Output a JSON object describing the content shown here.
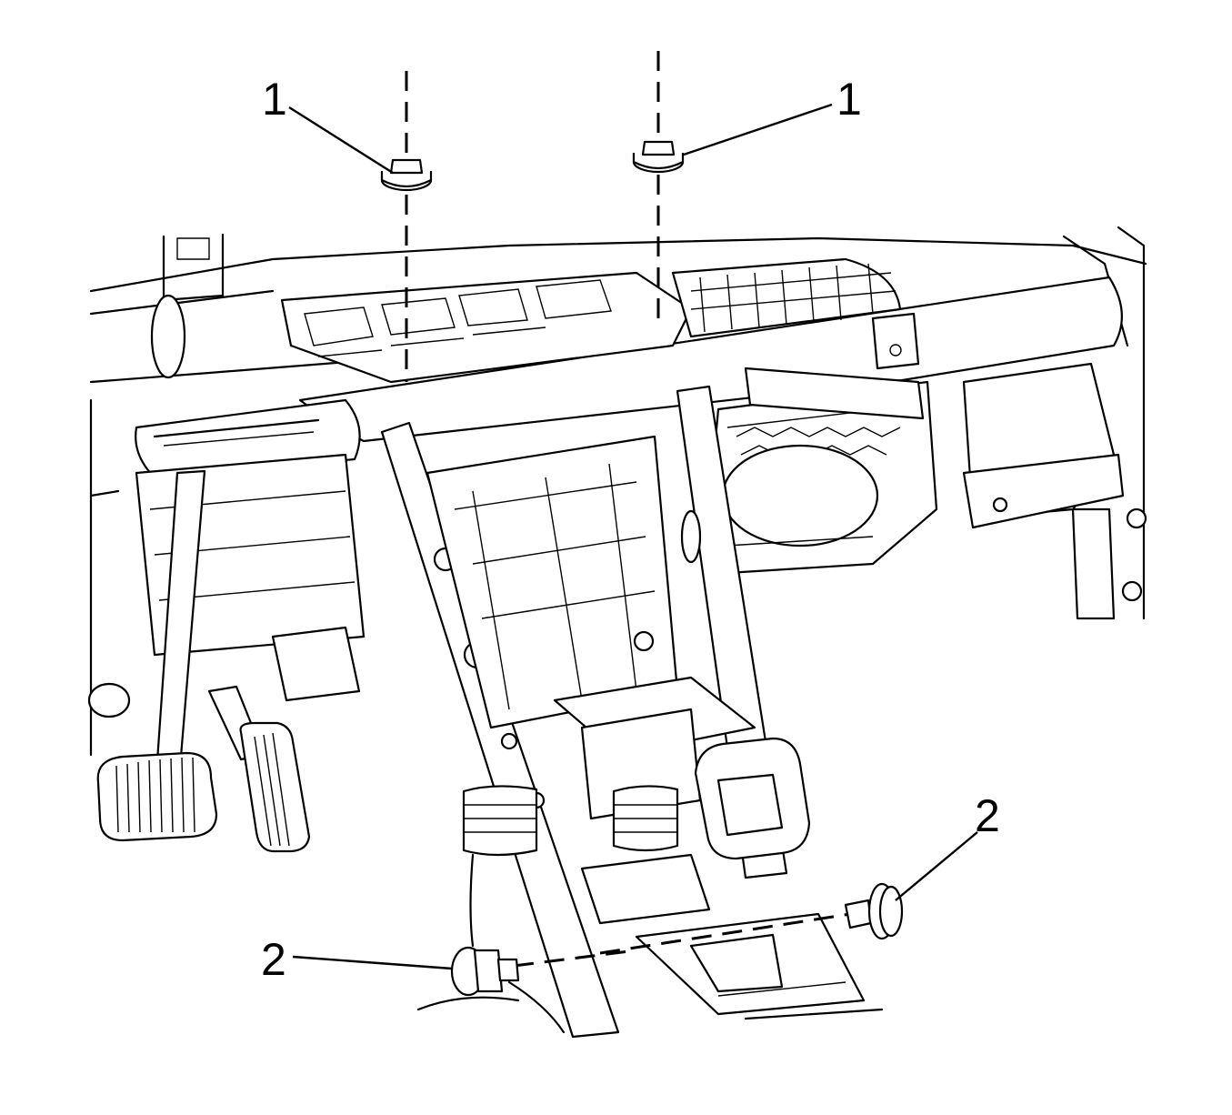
{
  "callouts": {
    "c1a": "1",
    "c1b": "1",
    "c2a": "2",
    "c2b": "2"
  },
  "colors": {
    "line": "#000000",
    "background": "#ffffff"
  }
}
